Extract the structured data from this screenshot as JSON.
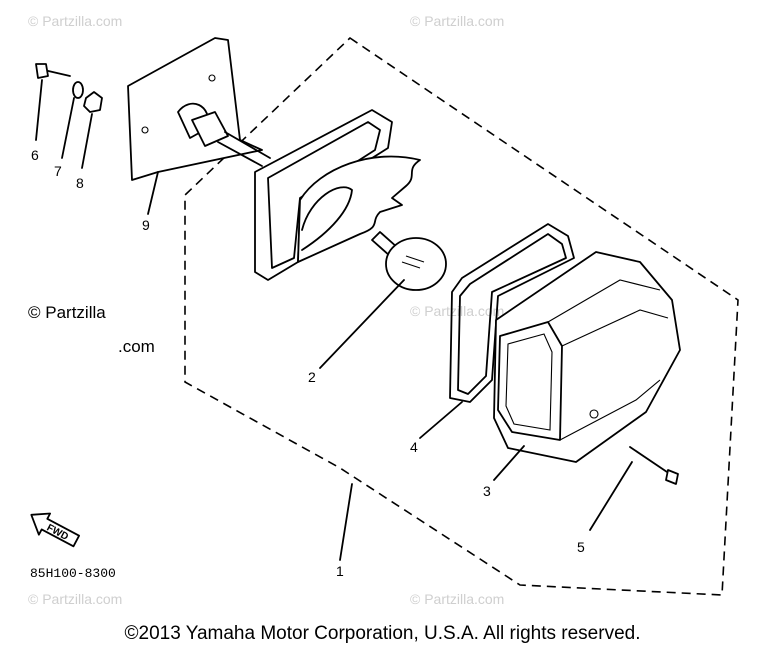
{
  "watermarks": {
    "corner": "© Partzilla.com",
    "main": "© Partzilla.com"
  },
  "callouts": [
    "1",
    "2",
    "3",
    "4",
    "5",
    "6",
    "7",
    "8",
    "9"
  ],
  "direction_label": "FWD",
  "drawing_code": "85H100-8300",
  "copyright": "©2013  Yamaha Motor Corporation, U.S.A. All rights reserved."
}
